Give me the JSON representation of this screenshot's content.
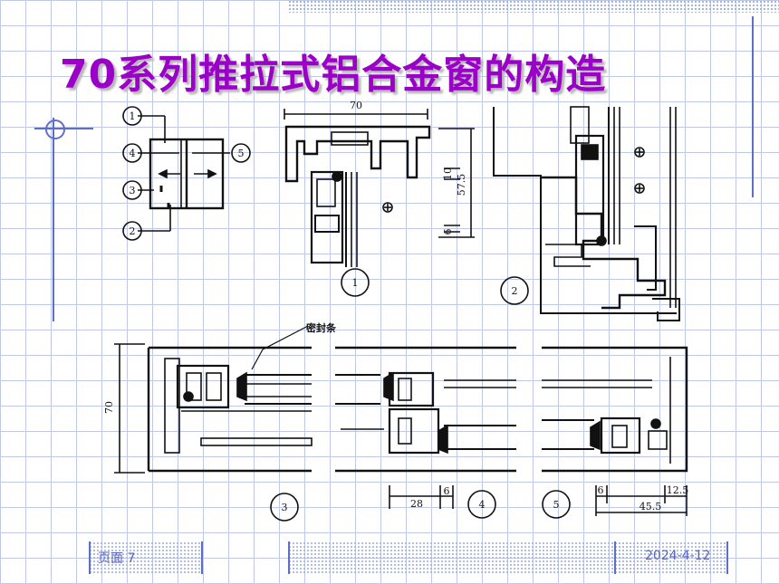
{
  "slide": {
    "title": "70系列推拉式铝合金窗的构造",
    "footer_page": "页面 7",
    "footer_date": "2024-4-12"
  },
  "figure": {
    "seal_label": "密封条",
    "key_labels": [
      "1",
      "4",
      "3",
      "2",
      "5"
    ],
    "dimensions": {
      "width_top": "70",
      "d10": "10",
      "d575": "57.5",
      "d6": "6",
      "height_left": "70",
      "d28": "28",
      "d6b": "6",
      "d6c": "6",
      "d125": "12.5",
      "d455": "45.5"
    },
    "detail_numbers": [
      "1",
      "2",
      "3",
      "4",
      "5"
    ]
  }
}
